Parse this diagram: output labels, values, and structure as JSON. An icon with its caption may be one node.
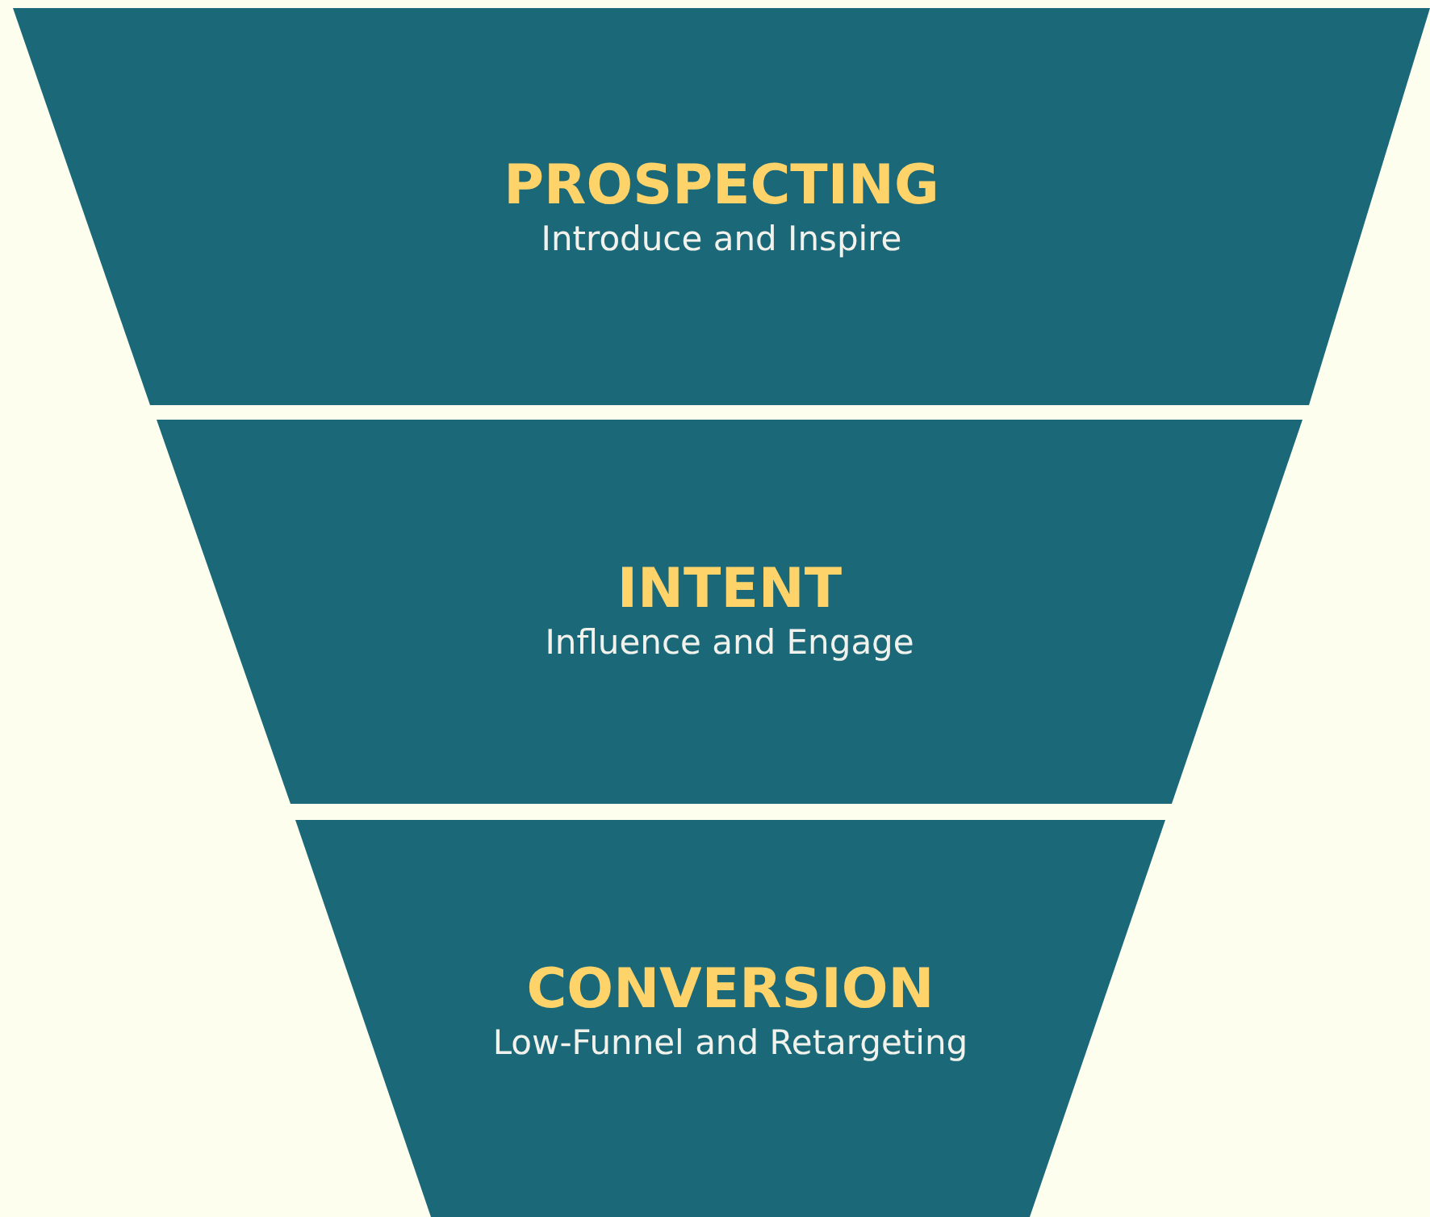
{
  "diagram": {
    "nodes": [
      {
        "text": [
          "PROSPECTING",
          "Introduce and Inspire"
        ]
      },
      {
        "text": [
          "INTENT",
          "Influence and Engage"
        ]
      },
      {
        "text": [
          "CONVERSION",
          "Low-Funnel and Retargeting"
        ]
      }
    ]
  }
}
